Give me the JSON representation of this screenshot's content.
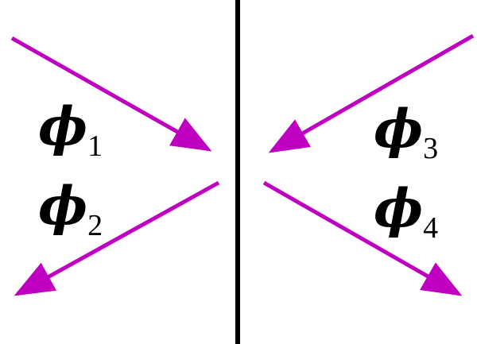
{
  "colors": {
    "arrow": "#c000c0",
    "barrier": "#000000",
    "text": "#000000"
  },
  "labels": {
    "phi1": {
      "symbol": "ϕ",
      "sub": "1"
    },
    "phi2": {
      "symbol": "ϕ",
      "sub": "2"
    },
    "phi3": {
      "symbol": "ϕ",
      "sub": "3"
    },
    "phi4": {
      "symbol": "ϕ",
      "sub": "4"
    }
  }
}
